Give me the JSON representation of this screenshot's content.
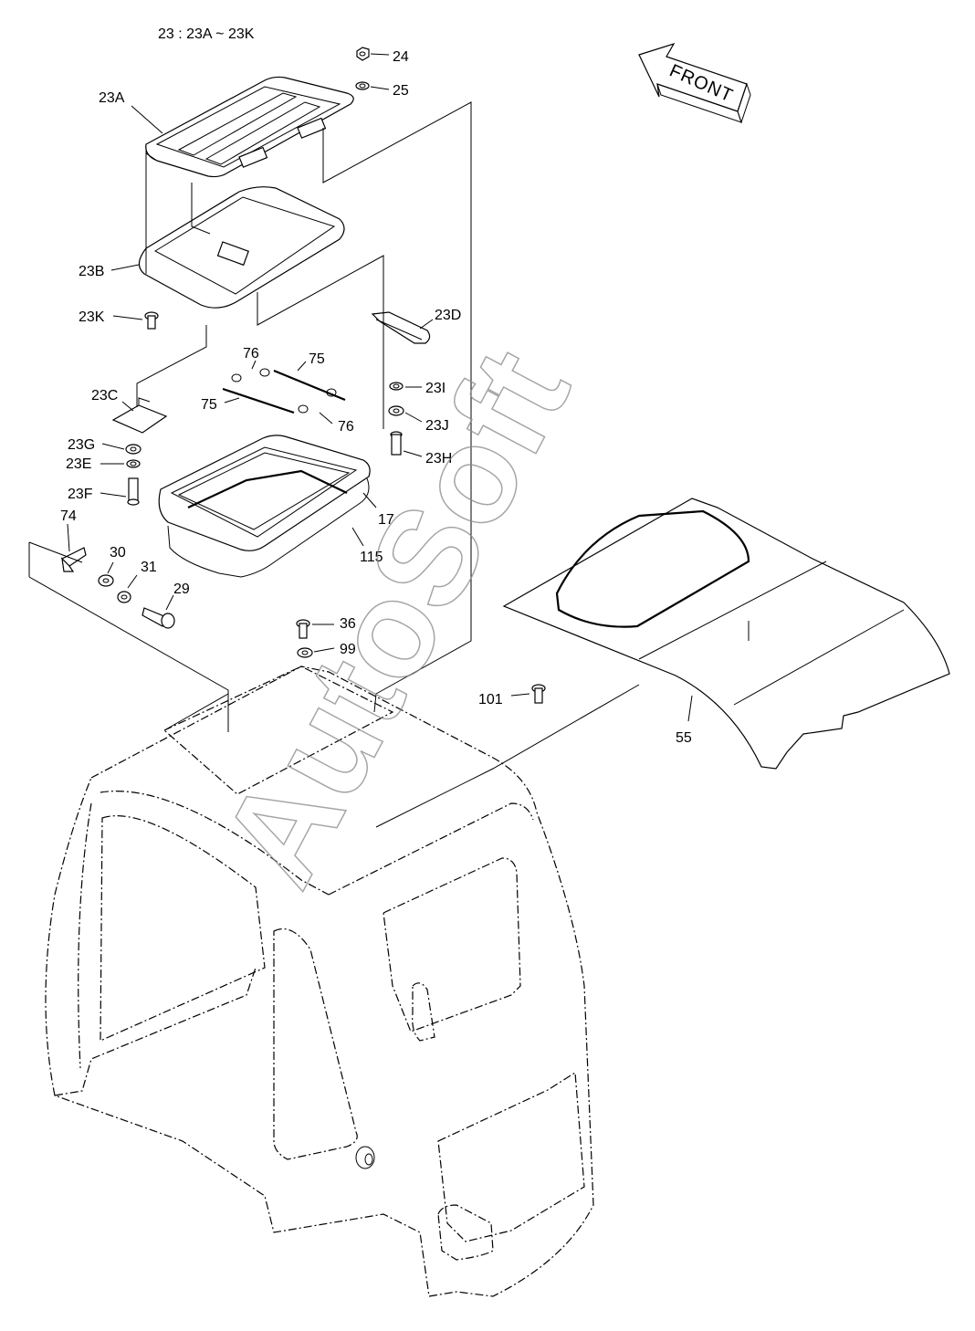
{
  "header_note": "23 : 23A ~ 23K",
  "front_label": "FRONT",
  "watermark": "AutoSoft",
  "callouts": {
    "c24": "24",
    "c25": "25",
    "c23A": "23A",
    "c23B": "23B",
    "c23K": "23K",
    "c23D": "23D",
    "c76a": "76",
    "c75a": "75",
    "c75b": "75",
    "c76b": "76",
    "c23C": "23C",
    "c23I": "23I",
    "c23J": "23J",
    "c23G": "23G",
    "c23E": "23E",
    "c23H": "23H",
    "c23F": "23F",
    "c17": "17",
    "c74": "74",
    "c30": "30",
    "c31": "31",
    "c29": "29",
    "c115": "115",
    "c36": "36",
    "c99": "99",
    "c101": "101",
    "c55": "55"
  }
}
